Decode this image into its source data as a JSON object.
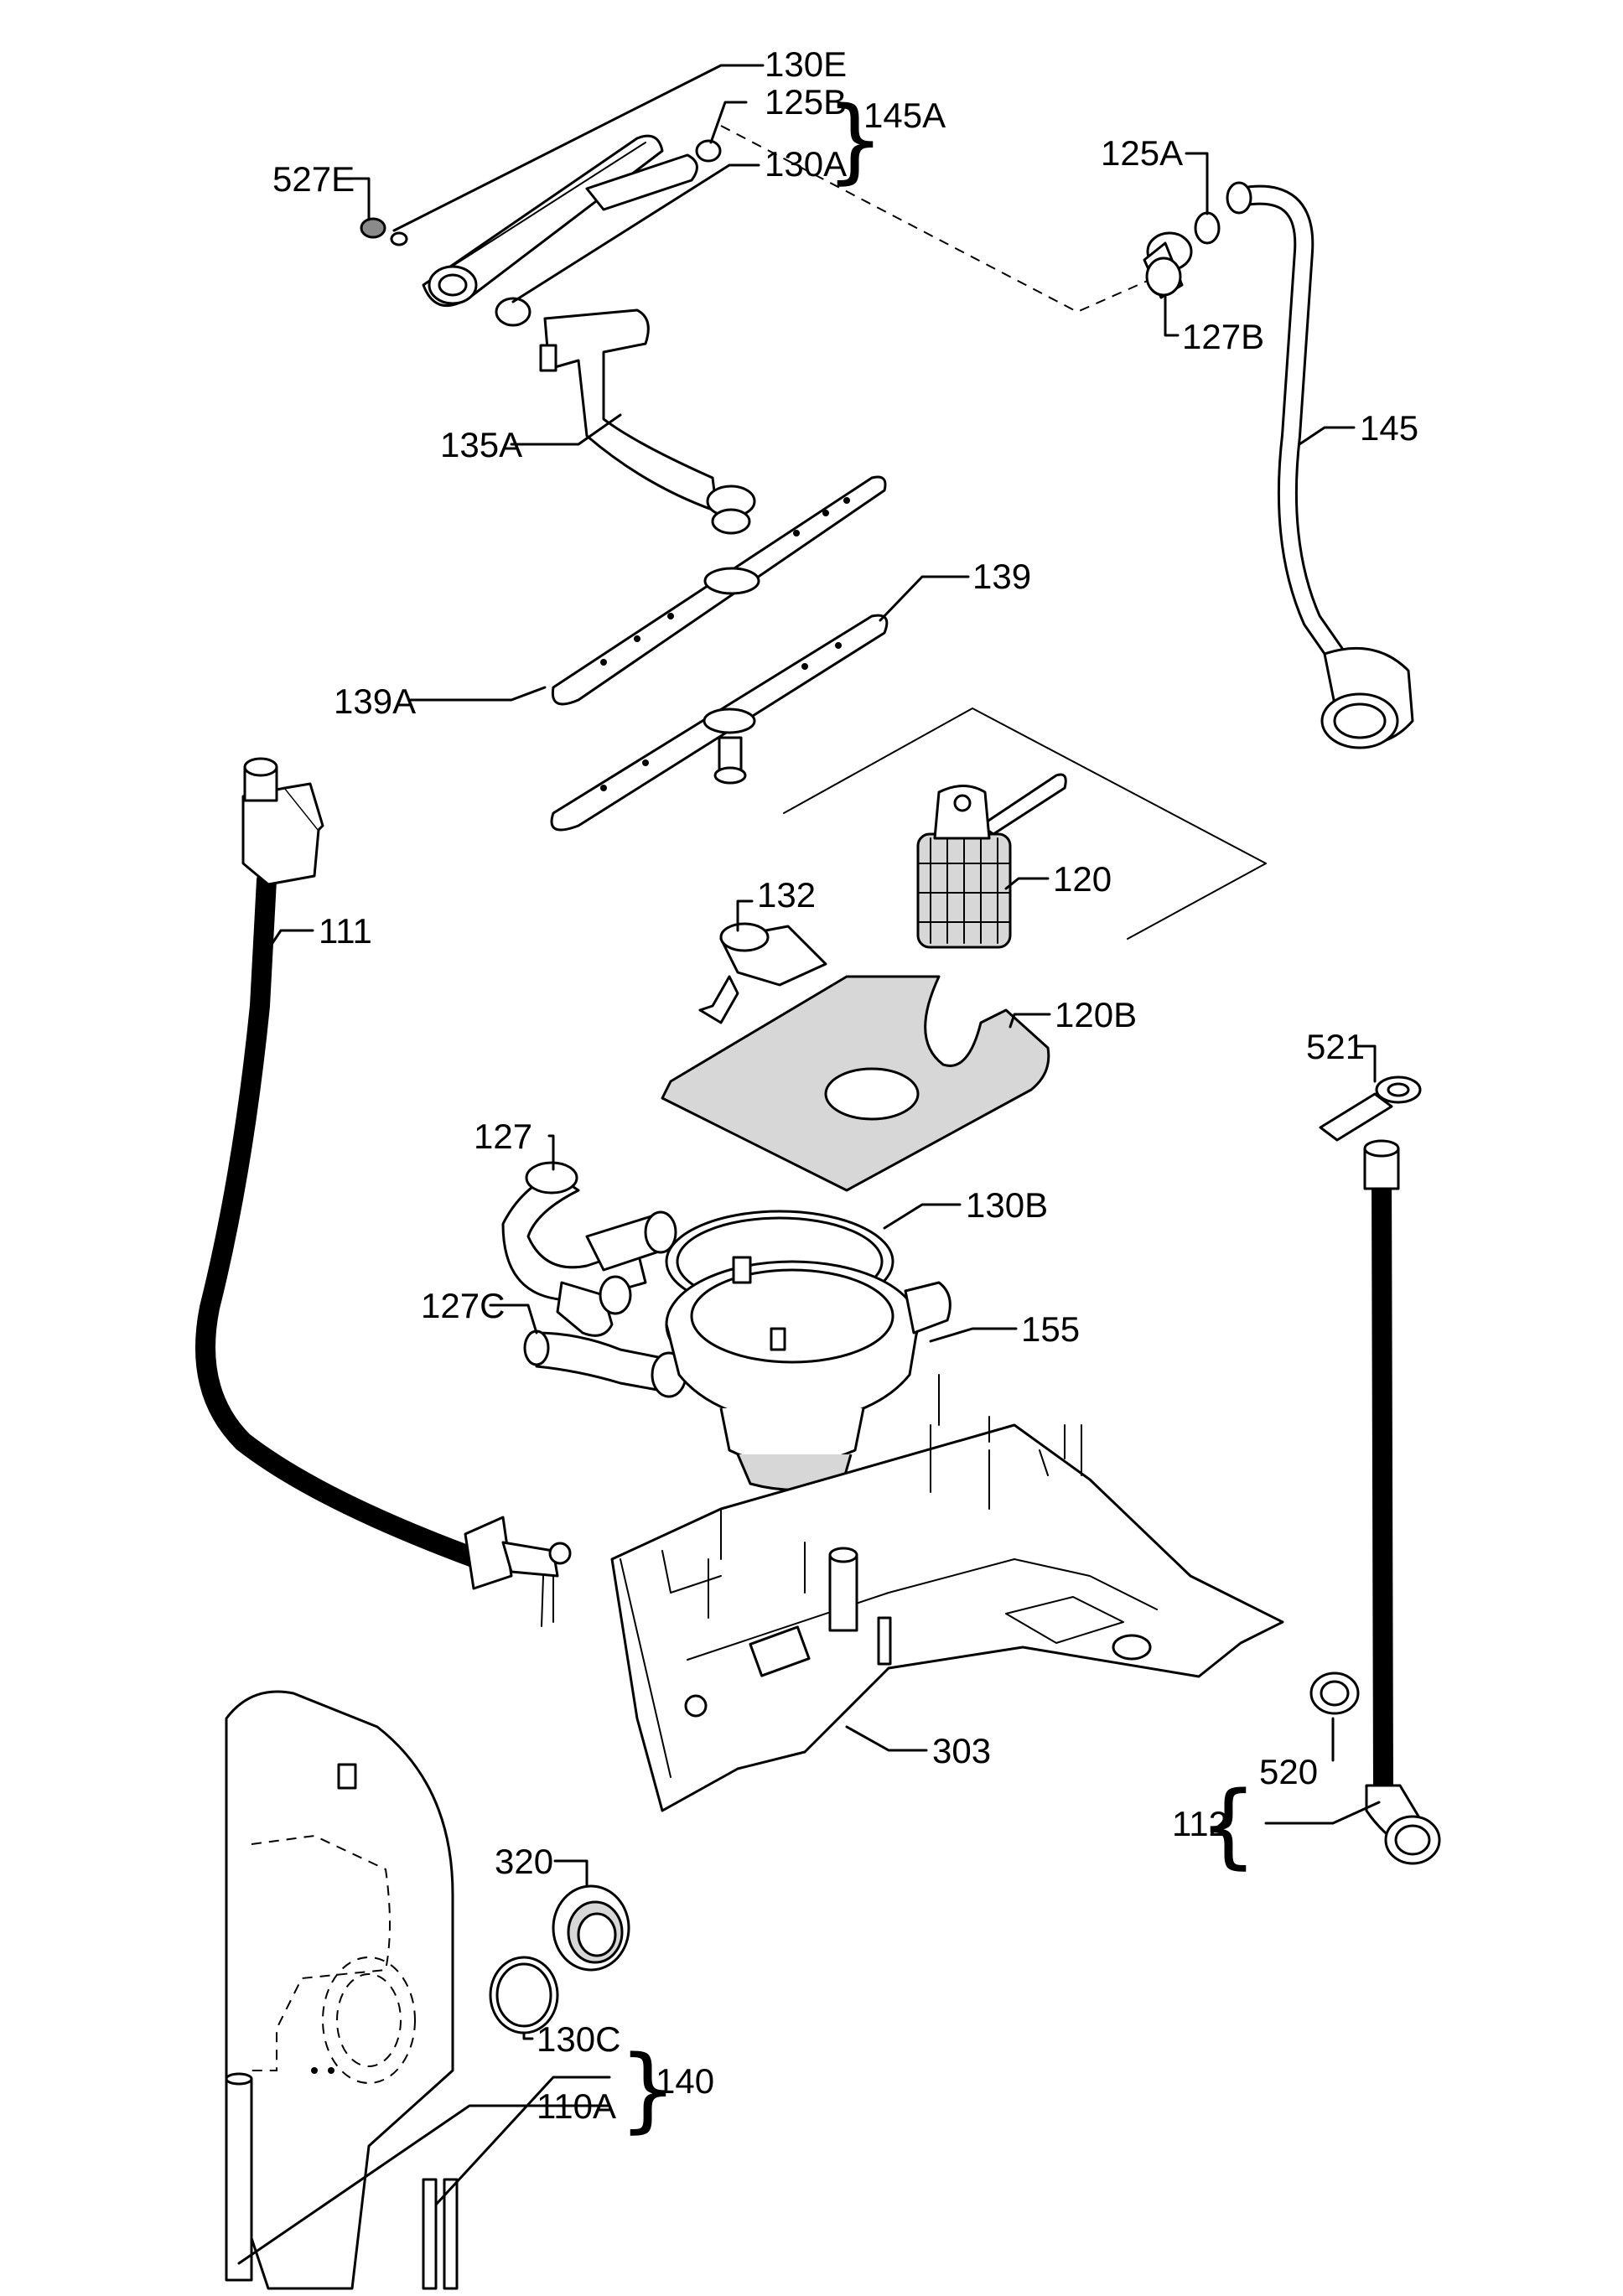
{
  "callouts": {
    "p130e": "130E",
    "p125b": "125B",
    "p145a": "145A",
    "p130a": "130A",
    "p527e": "527E",
    "p125a": "125A",
    "p127b": "127B",
    "p145": "145",
    "p135a": "135A",
    "p139": "139",
    "p139a": "139A",
    "p111": "111",
    "p120": "120",
    "p132": "132",
    "p120b": "120B",
    "p521": "521",
    "p127": "127",
    "p130b": "130B",
    "p127c": "127C",
    "p155": "155",
    "p303": "303",
    "p520": "520",
    "p112": "112",
    "p320": "320",
    "p130c": "130C",
    "p140": "140",
    "p110a": "110A"
  }
}
